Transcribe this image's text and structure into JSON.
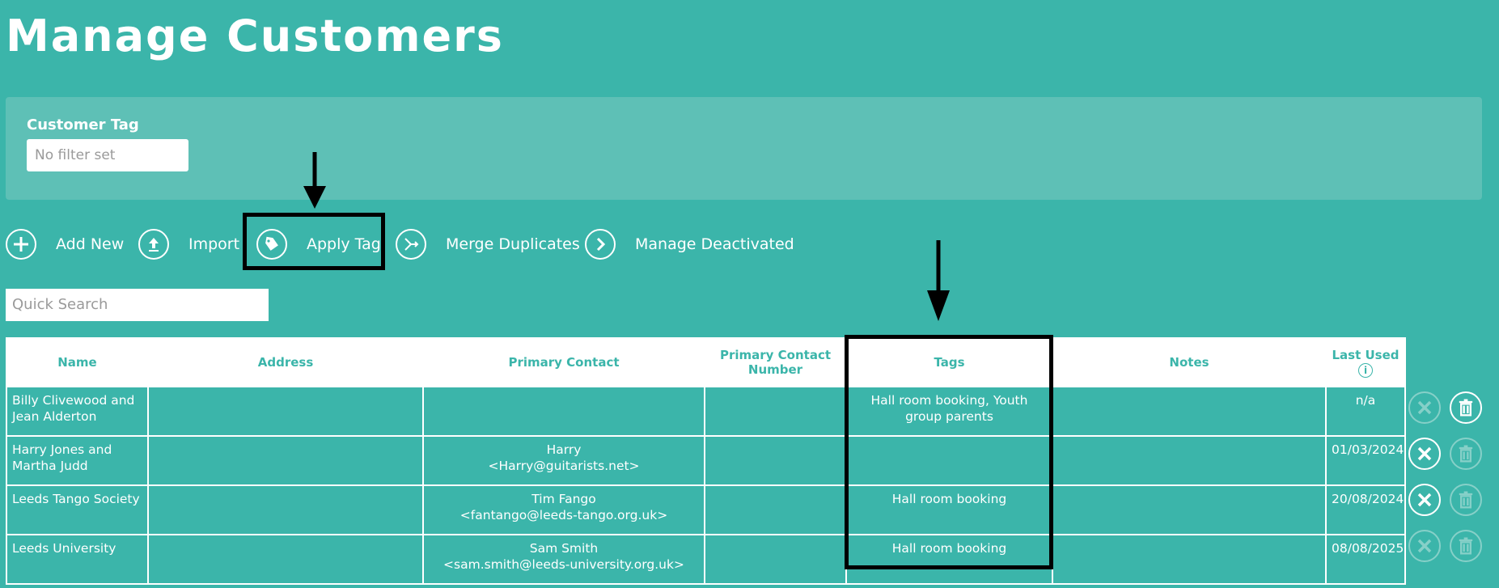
{
  "page": {
    "title": "Manage Customers"
  },
  "filter": {
    "label": "Customer Tag",
    "placeholder": "No filter set"
  },
  "toolbar": {
    "add_new": "Add New",
    "import": "Import",
    "apply_tag": "Apply Tag",
    "merge_duplicates": "Merge Duplicates",
    "manage_deactivated": "Manage Deactivated"
  },
  "search": {
    "placeholder": "Quick Search"
  },
  "table": {
    "headers": {
      "name": "Name",
      "address": "Address",
      "primary_contact": "Primary Contact",
      "primary_contact_number": "Primary Contact Number",
      "tags": "Tags",
      "notes": "Notes",
      "last_used": "Last Used",
      "info_icon": "i"
    },
    "rows": [
      {
        "name": "Billy Clivewood and Jean Alderton",
        "address": "",
        "contact_name": "",
        "contact_email": "",
        "number": "",
        "tags": "Hall room booking, Youth group parents",
        "notes": "",
        "last_used": "n/a",
        "deactivate_enabled": false,
        "delete_enabled": true
      },
      {
        "name": "Harry Jones and Martha Judd",
        "address": "",
        "contact_name": "Harry",
        "contact_email": "<Harry@guitarists.net>",
        "number": "",
        "tags": "",
        "notes": "",
        "last_used": "01/03/2024",
        "deactivate_enabled": true,
        "delete_enabled": false
      },
      {
        "name": "Leeds Tango Society",
        "address": "",
        "contact_name": "Tim Fango",
        "contact_email": "<fantango@leeds-tango.org.uk>",
        "number": "",
        "tags": "Hall room booking",
        "notes": "",
        "last_used": "20/08/2024",
        "deactivate_enabled": true,
        "delete_enabled": false
      },
      {
        "name": "Leeds University",
        "address": "",
        "contact_name": "Sam Smith",
        "contact_email": "<sam.smith@leeds-university.org.uk>",
        "number": "",
        "tags": "Hall room booking",
        "notes": "",
        "last_used": "08/08/2025",
        "deactivate_enabled": false,
        "delete_enabled": false
      }
    ]
  },
  "icons": {
    "add": "plus-circle-icon",
    "import": "upload-circle-icon",
    "apply_tag": "tag-circle-icon",
    "merge": "merge-circle-icon",
    "deactivated": "chevron-right-circle-icon",
    "deactivate": "x-circle-icon",
    "delete": "trash-circle-icon"
  },
  "colors": {
    "background": "#3bb5aa",
    "panel": "#5ec0b6",
    "header_text": "#3bb5aa",
    "annotation": "#000000"
  }
}
